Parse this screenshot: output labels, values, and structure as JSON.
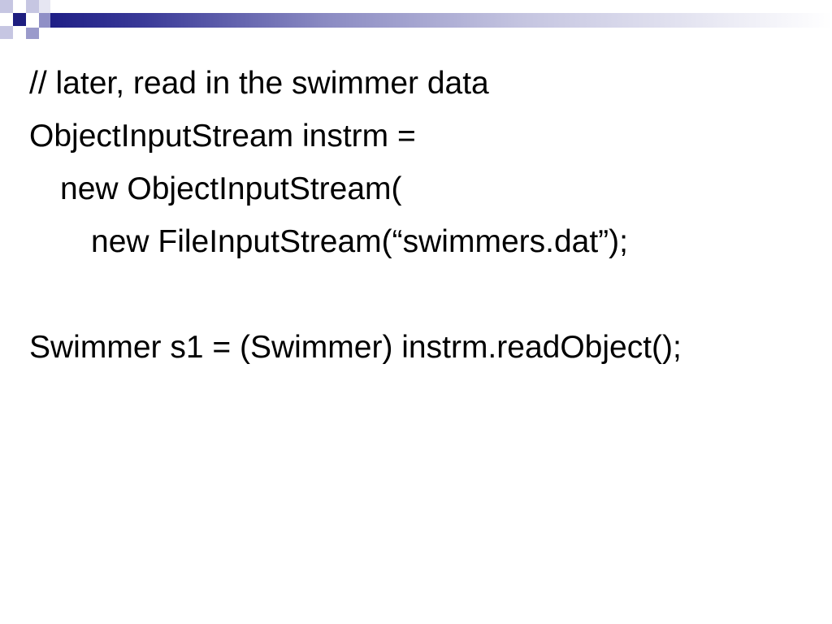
{
  "slide": {
    "lines": [
      {
        "text": "// later, read in the swimmer data",
        "indent": 0
      },
      {
        "text": "ObjectInputStream instrm =",
        "indent": 0
      },
      {
        "text": "new ObjectInputStream(",
        "indent": 1
      },
      {
        "text": "new FileInputStream(“swimmers.dat”);",
        "indent": 2
      },
      {
        "text": "",
        "indent": 0
      },
      {
        "text": "Swimmer s1 = (Swimmer) instrm.readObject();",
        "indent": 0
      }
    ]
  },
  "colors": {
    "accent_dark": "#1e1e80",
    "accent_light": "#c6c6e2",
    "text": "#000000",
    "background": "#ffffff"
  }
}
